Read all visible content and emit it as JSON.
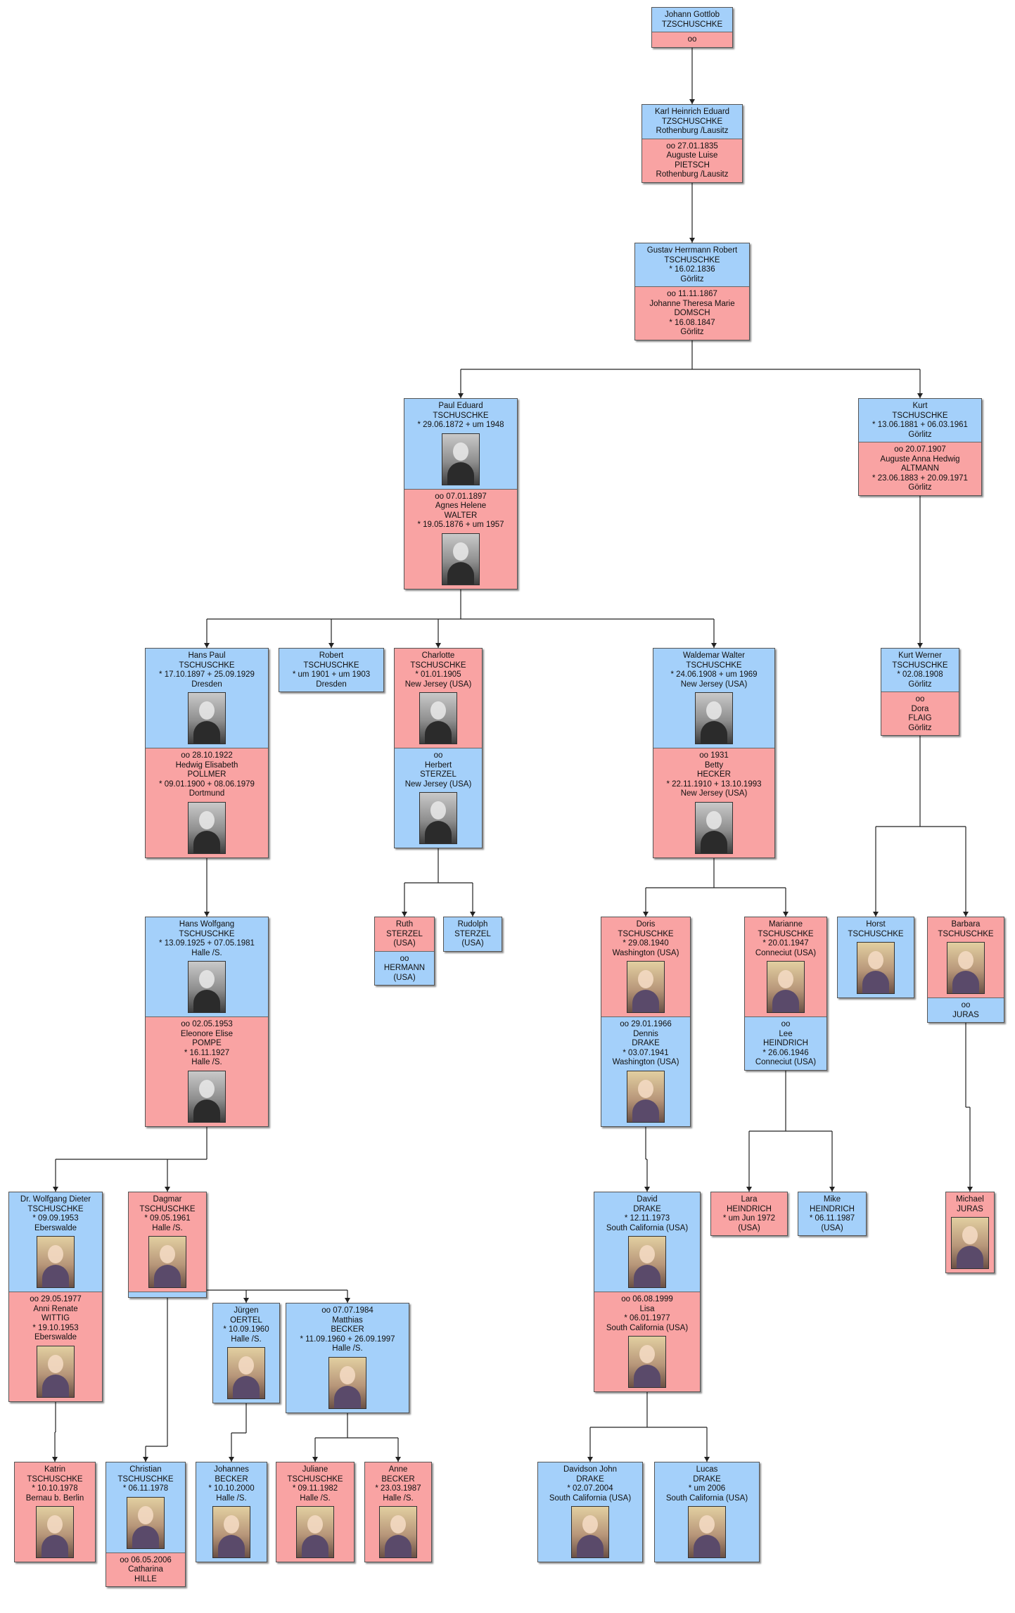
{
  "colors": {
    "male": "#a4d0fa",
    "female": "#f9a3a3",
    "line": "#222222"
  },
  "people": {
    "johann": {
      "blue": [
        "Johann Gottlob",
        "TZSCHUSCHKE"
      ],
      "pink": [
        "oo"
      ]
    },
    "karl": {
      "blue": [
        "Karl Heinrich Eduard",
        "TZSCHUSCHKE",
        "Rothenburg /Lausitz"
      ],
      "pink": [
        "oo 27.01.1835",
        "Auguste Luise",
        "PIETSCH",
        "Rothenburg /Lausitz"
      ]
    },
    "gustav": {
      "blue": [
        "Gustav Herrmann Robert",
        "TSCHUSCHKE",
        "* 16.02.1836",
        "Görlitz"
      ],
      "pink": [
        "oo 11.11.1867",
        "Johanne Theresa Marie",
        "DOMSCH",
        "* 16.08.1847",
        "Görlitz"
      ]
    },
    "paul": {
      "blue": [
        "Paul Eduard",
        "TSCHUSCHKE",
        "* 29.06.1872  + um 1948"
      ],
      "pink": [
        "oo 07.01.1897",
        "Agnes Helene",
        "WALTER",
        "* 19.05.1876  + um 1957"
      ]
    },
    "kurt": {
      "blue": [
        "Kurt",
        "TSCHUSCHKE",
        "* 13.06.1881  + 06.03.1961",
        "Görlitz"
      ],
      "pink": [
        "oo 20.07.1907",
        "Auguste Anna Hedwig",
        "ALTMANN",
        "* 23.06.1883  + 20.09.1971",
        "Görlitz"
      ]
    },
    "hanspaul": {
      "blue": [
        "Hans Paul",
        "TSCHUSCHKE",
        "* 17.10.1897  + 25.09.1929",
        "Dresden"
      ],
      "pink": [
        "oo 28.10.1922",
        "Hedwig Elisabeth",
        "POLLMER",
        "* 09.01.1900  + 08.06.1979",
        "Dortmund"
      ]
    },
    "robert": {
      "blue": [
        "Robert",
        "TSCHUSCHKE",
        "* um 1901  + um 1903",
        "Dresden"
      ]
    },
    "charlotte": {
      "pink": [
        "Charlotte",
        "TSCHUSCHKE",
        "* 01.01.1905",
        "New Jersey (USA)"
      ],
      "blue": [
        "oo",
        "Herbert",
        "STERZEL",
        "New Jersey (USA)"
      ]
    },
    "waldemar": {
      "blue": [
        "Waldemar Walter",
        "TSCHUSCHKE",
        "* 24.06.1908  + um 1969",
        "New Jersey (USA)"
      ],
      "pink": [
        "oo 1931",
        "Betty",
        "HECKER",
        "* 22.11.1910  + 13.10.1993",
        "New Jersey (USA)"
      ]
    },
    "kurtwerner": {
      "blue": [
        "Kurt Werner",
        "TSCHUSCHKE",
        "* 02.08.1908",
        "Görlitz"
      ],
      "pink": [
        "oo",
        "Dora",
        "FLAIG",
        "Görlitz"
      ]
    },
    "hanswolf": {
      "blue": [
        "Hans Wolfgang",
        "TSCHUSCHKE",
        "* 13.09.1925  + 07.05.1981",
        "Halle /S."
      ],
      "pink": [
        "oo 02.05.1953",
        "Eleonore Elise",
        "POMPE",
        "* 16.11.1927",
        "Halle /S."
      ]
    },
    "ruth": {
      "pink": [
        "Ruth",
        "STERZEL",
        "(USA)"
      ],
      "blue": [
        "oo",
        "HERMANN",
        "(USA)"
      ]
    },
    "rudolph": {
      "blue": [
        "Rudolph",
        "STERZEL",
        "(USA)"
      ]
    },
    "doris": {
      "pink": [
        "Doris",
        "TSCHUSCHKE",
        "* 29.08.1940",
        "Washington (USA)"
      ],
      "blue": [
        "oo 29.01.1966",
        "Dennis",
        "DRAKE",
        "* 03.07.1941",
        "Washington (USA)"
      ]
    },
    "marianne": {
      "pink": [
        "Marianne",
        "TSCHUSCHKE",
        "* 20.01.1947",
        "Conneciut (USA)"
      ],
      "blue": [
        "oo",
        "Lee",
        "HEINDRICH",
        "* 26.06.1946",
        "Conneciut (USA)"
      ]
    },
    "horst": {
      "blue": [
        "Horst",
        "TSCHUSCHKE"
      ]
    },
    "barbara": {
      "pink": [
        "Barbara",
        "TSCHUSCHKE"
      ],
      "blue": [
        "oo",
        "JURAS"
      ]
    },
    "wolfgang": {
      "blue": [
        "Dr. Wolfgang Dieter",
        "TSCHUSCHKE",
        "* 09.09.1953",
        "Eberswalde"
      ],
      "pink": [
        "oo 29.05.1977",
        "Anni Renate",
        "WITTIG",
        "* 19.10.1953",
        "Eberswalde"
      ]
    },
    "dagmar": {
      "pink": [
        "Dagmar",
        "TSCHUSCHKE",
        "* 09.05.1961",
        "Halle /S."
      ]
    },
    "david": {
      "blue": [
        "David",
        "DRAKE",
        "* 12.11.1973",
        "South California (USA)"
      ],
      "pink": [
        "oo 06.08.1999",
        "Lisa",
        "* 06.01.1977",
        "South California (USA)"
      ]
    },
    "lara": {
      "pink": [
        "Lara",
        "HEINDRICH",
        "* um Jun 1972",
        "(USA)"
      ]
    },
    "mike": {
      "blue": [
        "Mike",
        "HEINDRICH",
        "* 06.11.1987",
        "(USA)"
      ]
    },
    "michael": {
      "pink": [
        "Michael",
        "JURAS"
      ]
    },
    "juergen": {
      "blue": [
        "Jürgen",
        "OERTEL",
        "* 10.09.1960",
        "Halle /S."
      ]
    },
    "matthias": {
      "blue": [
        "oo 07.07.1984",
        "Matthias",
        "BECKER",
        "* 11.09.1960  + 26.09.1997",
        "Halle /S."
      ]
    },
    "katrin": {
      "pink": [
        "Katrin",
        "TSCHUSCHKE",
        "* 10.10.1978",
        "Bernau b. Berlin"
      ]
    },
    "christian": {
      "blue": [
        "Christian",
        "TSCHUSCHKE",
        "* 06.11.1978"
      ],
      "pink": [
        "oo 06.05.2006",
        "Catharina",
        "HILLE"
      ]
    },
    "johannes": {
      "blue": [
        "Johannes",
        "BECKER",
        "* 10.10.2000",
        "Halle /S."
      ]
    },
    "juliane": {
      "pink": [
        "Juliane",
        "TSCHUSCHKE",
        "* 09.11.1982",
        "Halle /S."
      ]
    },
    "anne": {
      "pink": [
        "Anne",
        "BECKER",
        "* 23.03.1987",
        "Halle /S."
      ]
    },
    "davidson": {
      "blue": [
        "Davidson John",
        "DRAKE",
        "* 02.07.2004",
        "South California (USA)"
      ]
    },
    "lucas": {
      "blue": [
        "Lucas",
        "DRAKE",
        "* um 2006",
        "South California (USA)"
      ]
    }
  }
}
